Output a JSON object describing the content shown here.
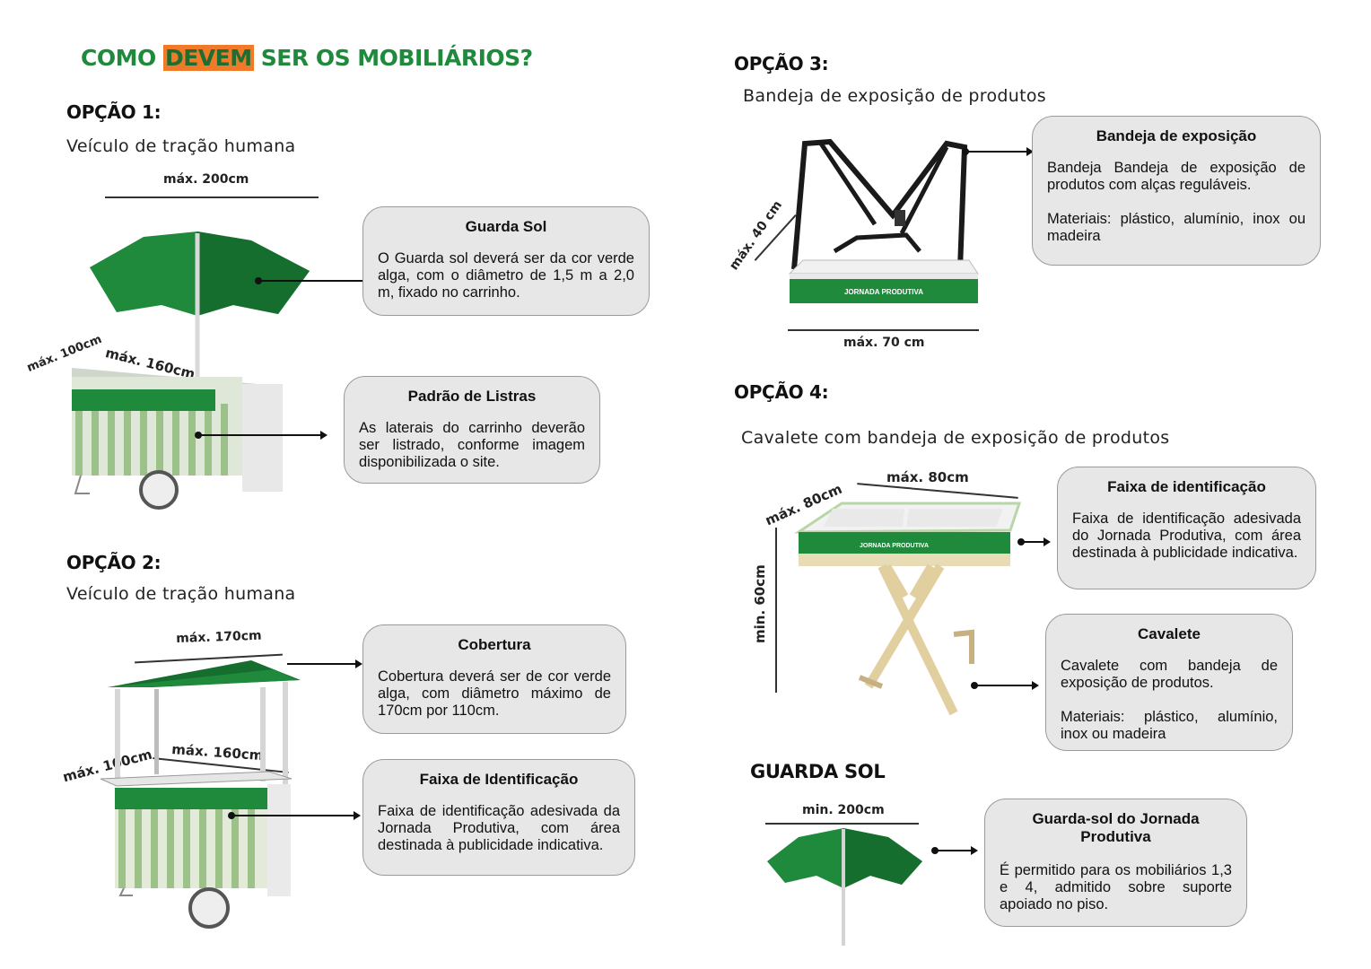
{
  "title": {
    "pre": "COMO ",
    "highlight": "DEVEM",
    "post": " SER OS MOBILIÁRIOS?"
  },
  "colors": {
    "accent_green": "#1f8a3c",
    "highlight": "#f07a2a",
    "card_bg": "#e7e7e7"
  },
  "option1": {
    "title": "OPÇÃO 1:",
    "subtitle": "Veículo de tração humana",
    "dims": {
      "width": "máx. 200cm",
      "depth": "máx. 100cm",
      "length": "máx. 160cm"
    },
    "cards": [
      {
        "title": "Guarda Sol",
        "text": "O Guarda sol deverá ser da cor verde alga, com o diâmetro de 1,5 m a 2,0 m, fixado no carrinho."
      },
      {
        "title": "Padrão de Listras",
        "text": "As laterais do carrinho deverão ser listrado, conforme imagem disponibilizada o site."
      }
    ]
  },
  "option2": {
    "title": "OPÇÃO 2:",
    "subtitle": "Veículo de tração humana",
    "dims": {
      "roof": "máx. 170cm",
      "depth": "máx. 100cm",
      "length": "máx. 160cm"
    },
    "cards": [
      {
        "title": "Cobertura",
        "text": "Cobertura deverá ser de cor verde alga, com diâmetro máximo de 170cm por 110cm."
      },
      {
        "title": "Faixa de Identificação",
        "text": "Faixa de identificação adesivada da Jornada Produtiva, com área destinada à publicidade indicativa."
      }
    ]
  },
  "option3": {
    "title": "OPÇÃO 3:",
    "subtitle": "Bandeja de exposição de produtos",
    "dims": {
      "height": "máx. 40 cm",
      "width": "máx. 70 cm"
    },
    "cards": [
      {
        "title": "Bandeja de exposição",
        "text1": "Bandeja Bandeja de exposição de produtos com alças reguláveis.",
        "text2": "Materiais: plástico, alumínio, inox ou madeira"
      }
    ]
  },
  "option4": {
    "title": "OPÇÃO 4:",
    "subtitle": "Cavalete com bandeja de exposição de produtos",
    "dims": {
      "depth": "máx. 80cm",
      "width": "máx. 80cm",
      "height": "min. 60cm"
    },
    "cards": [
      {
        "title": "Faixa de identificação",
        "text": "Faixa de identificação adesivada do Jornada Produtiva, com área destinada à publicidade indicativa."
      },
      {
        "title": "Cavalete",
        "text1": "Cavalete com bandeja de exposição de produtos.",
        "text2": "Materiais: plástico, alumínio, inox ou madeira"
      }
    ]
  },
  "guarda_sol": {
    "title": "GUARDA SOL",
    "dim": "min. 200cm",
    "card": {
      "title": "Guarda-sol do Jornada Produtiva",
      "text": "É permitido para os mobiliários 1,3 e 4, admitido sobre suporte apoiado no piso."
    }
  }
}
